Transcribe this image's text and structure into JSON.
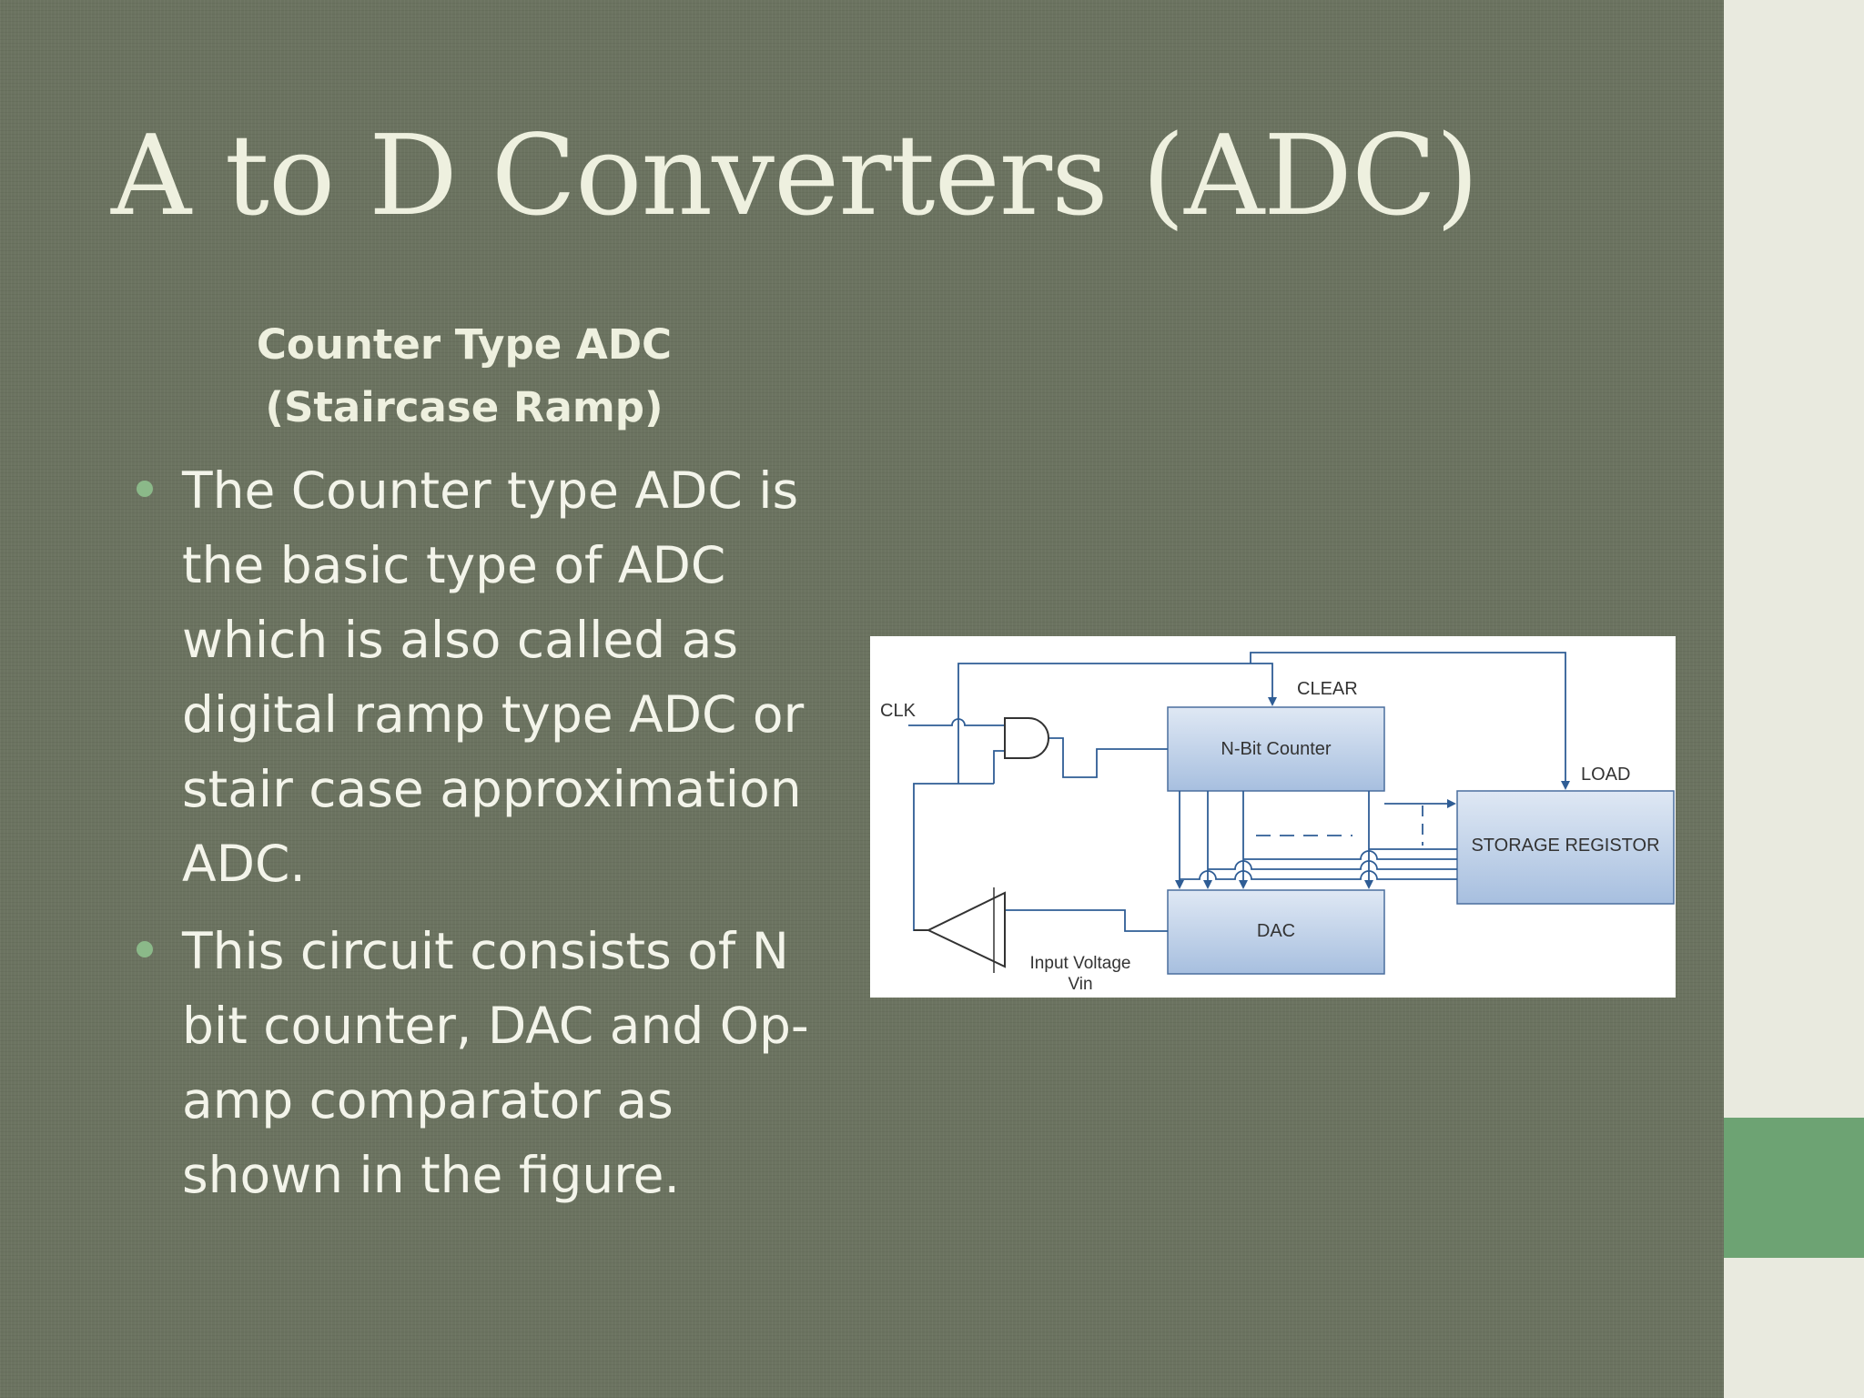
{
  "slide": {
    "title": "A to D Converters (ADC)",
    "subtitle": "Counter Type ADC (Staircase Ramp)",
    "bullets": [
      "The Counter type ADC is the basic type of ADC which is also called as digital ramp type ADC or stair case approximation ADC.",
      "This circuit consists of N bit counter, DAC and Op-amp comparator as shown in the figure."
    ]
  },
  "figure": {
    "labels": {
      "clk": "CLK",
      "clear": "CLEAR",
      "load": "LOAD",
      "counter": "N-Bit Counter",
      "storage": "STORAGE REGISTOR",
      "dac": "DAC",
      "input_line1": "Input Voltage",
      "input_line2": "Vin"
    }
  },
  "colors": {
    "background": "#6b7360",
    "title_text": "#eef0df",
    "bullet_marker": "#8bb989",
    "accent": "#6da373",
    "side_panel": "#e9eadf",
    "diagram_wire": "#2f5d95",
    "diagram_block": "#b0c6e2"
  }
}
